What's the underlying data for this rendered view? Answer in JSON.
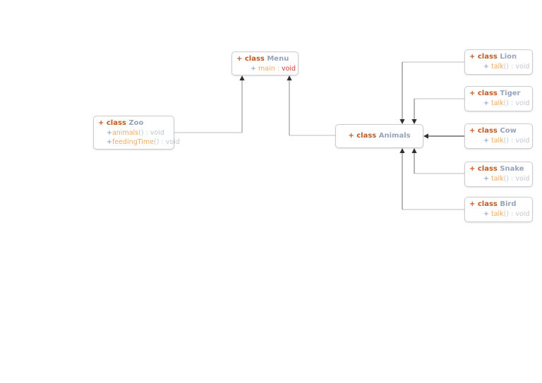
{
  "diagram": {
    "classes": {
      "menu": {
        "keyword": "+ class",
        "name": "Menu",
        "members": [
          {
            "plus": "+ ",
            "name": "main",
            "sep": " : ",
            "type": "void"
          }
        ]
      },
      "zoo": {
        "keyword": "+ class",
        "name": "Zoo",
        "members": [
          {
            "plus": "+",
            "name": "animals",
            "rest": "() : void"
          },
          {
            "plus": "+",
            "name": "feedingTime",
            "rest": "() : void"
          }
        ]
      },
      "animals": {
        "keyword": "+ class",
        "name": "Animals"
      },
      "lion": {
        "keyword": "+ class",
        "name": "Lion",
        "members": [
          {
            "plus": "+ ",
            "name": "talk",
            "rest": "() : void"
          }
        ]
      },
      "tiger": {
        "keyword": "+ class",
        "name": "Tiger",
        "members": [
          {
            "plus": "+ ",
            "name": "talk",
            "rest": "() : void"
          }
        ]
      },
      "cow": {
        "keyword": "+ class",
        "name": "Cow",
        "members": [
          {
            "plus": "+ ",
            "name": "talk",
            "rest": "() : void"
          }
        ]
      },
      "snake": {
        "keyword": "+ class",
        "name": "Snake",
        "members": [
          {
            "plus": "+ ",
            "name": "talk",
            "rest": "() : void"
          }
        ]
      },
      "bird": {
        "keyword": "+ class",
        "name": "Bird",
        "members": [
          {
            "plus": "+ ",
            "name": "talk",
            "rest": "() : void"
          }
        ]
      }
    },
    "relations": [
      "Zoo -> Menu",
      "Animals -> Menu",
      "Lion -> Animals",
      "Tiger -> Animals",
      "Cow -> Animals",
      "Snake -> Animals",
      "Bird -> Animals"
    ],
    "colors": {
      "keyword": "#c25a1e",
      "class_name": "#96a3ba",
      "member_plus": "#8097c4",
      "member_name": "#f0a95e",
      "member_rest": "#c0c7d1",
      "menu_type": "#c9452a",
      "border": "#cccccc",
      "connector_light": "#bdbdbd",
      "connector_med": "#8a8a8a",
      "connector_dark": "#6e6e6e",
      "connector_cow": "#4d4d4d",
      "arrow": "#2f2f2f"
    }
  }
}
